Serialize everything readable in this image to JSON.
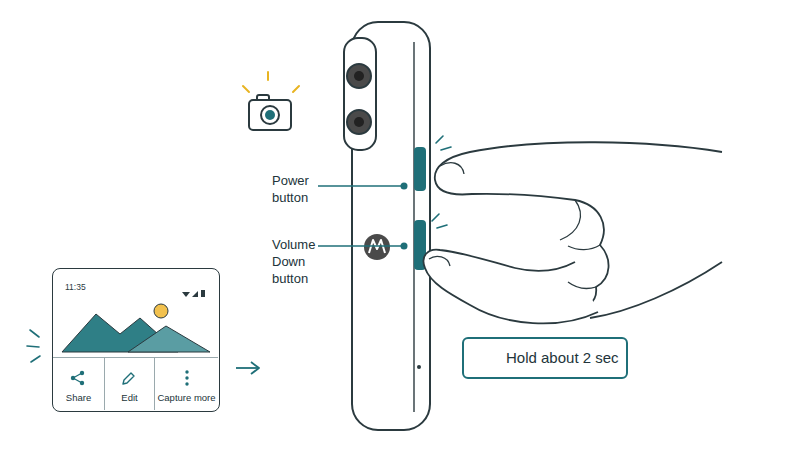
{
  "diagram": {
    "nodes": [
      {
        "text": [
          "11:35"
        ]
      },
      {
        "text": [
          "Share"
        ],
        "in": 0
      },
      {
        "text": [
          "Edit"
        ],
        "in": 0
      },
      {
        "text": [
          "Capture more"
        ],
        "in": 0
      },
      {
        "text": [
          "Hold about 2 sec"
        ]
      }
    ],
    "labels": [
      "Power button",
      "Volume Down button"
    ]
  }
}
